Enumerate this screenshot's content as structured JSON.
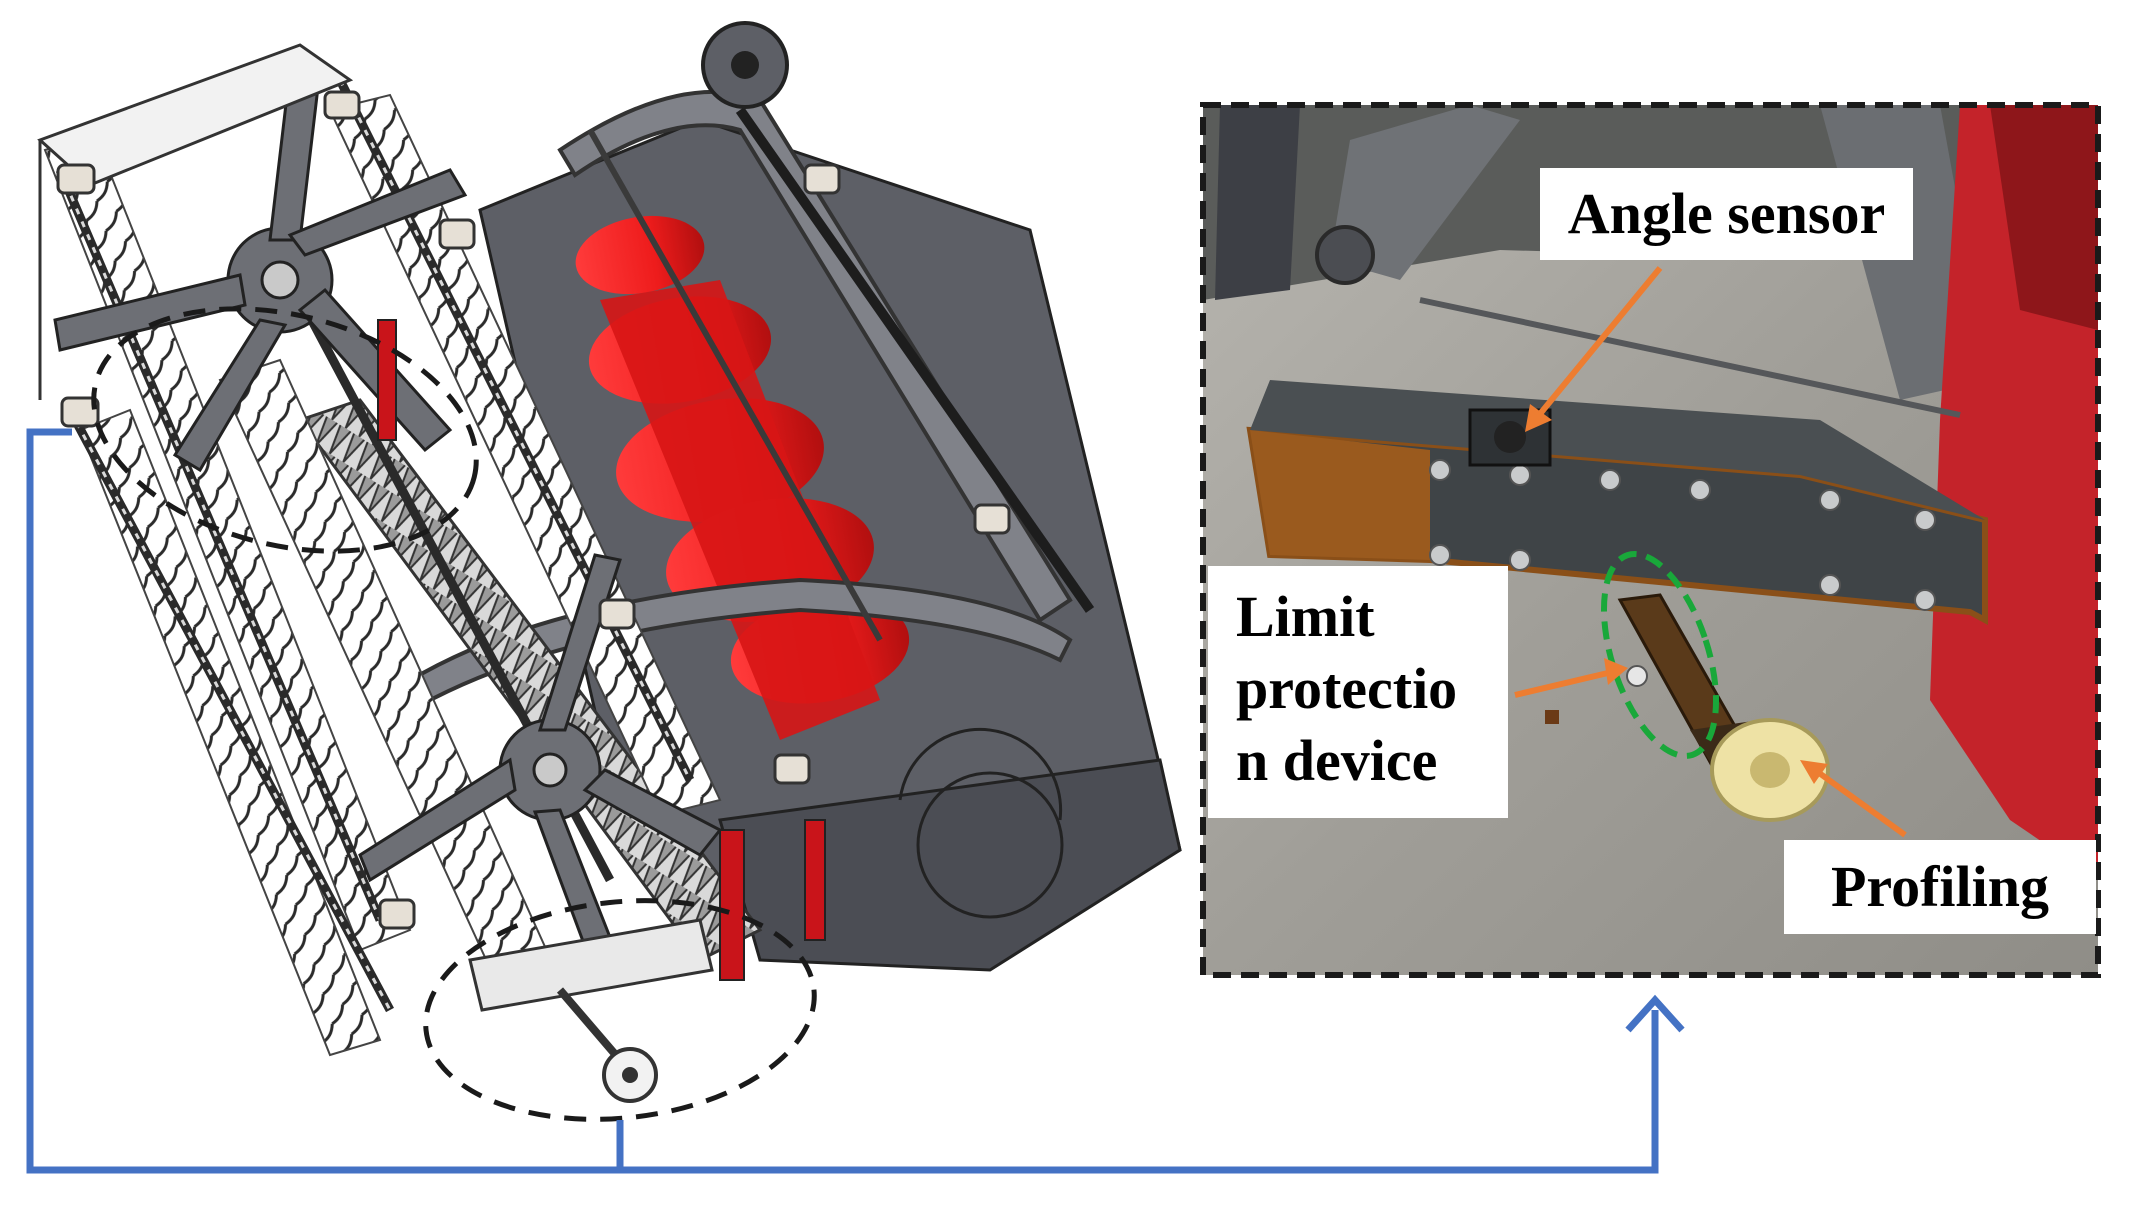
{
  "labels": {
    "angle_sensor": "Angle sensor",
    "limit_line1": "Limit",
    "limit_line2": "protectio",
    "limit_line3": "n device",
    "profiling": "Profiling"
  },
  "colors": {
    "connector_blue": "#4472c4",
    "callout_orange": "#ed7d31",
    "highlight_green": "#19a83a",
    "frame_dashed": "#1a1a1a",
    "auger_red": "#ee1c1c",
    "header_gray": "#5d5f66",
    "frame_rust": "#9a5a1e",
    "ground_gray": "#a7a59f",
    "wheel_cream": "#eee2a5"
  },
  "icons": [
    "harvester-header-drawing",
    "profiling-mechanism-photo",
    "connector-arrow"
  ]
}
